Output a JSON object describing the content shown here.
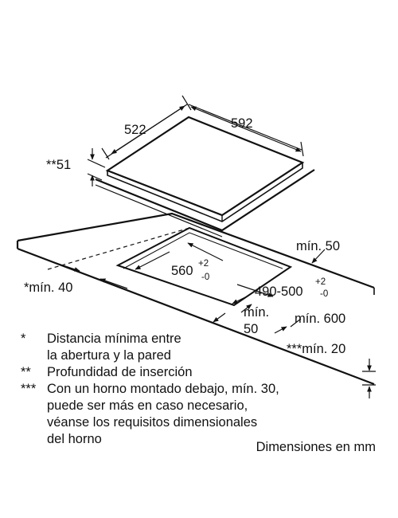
{
  "diagram": {
    "hob_depth": "522",
    "hob_width": "592",
    "insertion_depth": "**51",
    "min_front": "*mín. 40",
    "cutout_depth": "560",
    "cutout_depth_tol_plus": "+2",
    "cutout_depth_tol_minus": "-0",
    "cutout_width": "490-500",
    "cutout_width_tol_plus": "+2",
    "cutout_width_tol_minus": "-0",
    "min_back": "mín. 50",
    "min_side_line1": "mín.",
    "min_side_line2": "50",
    "min_depth_worktop": "mín. 600",
    "min_thickness": "***mín. 20"
  },
  "notes": [
    {
      "mark": "*",
      "lines": [
        "Distancia mínima entre",
        "la abertura y la pared"
      ]
    },
    {
      "mark": "**",
      "lines": [
        "Profundidad de inserción"
      ]
    },
    {
      "mark": "***",
      "lines": [
        "Con un horno montado debajo, mín. 30,",
        "puede ser más en caso necesario,",
        "véanse los requisitos dimensionales",
        "del horno"
      ]
    }
  ],
  "unit_note": "Dimensiones en mm"
}
